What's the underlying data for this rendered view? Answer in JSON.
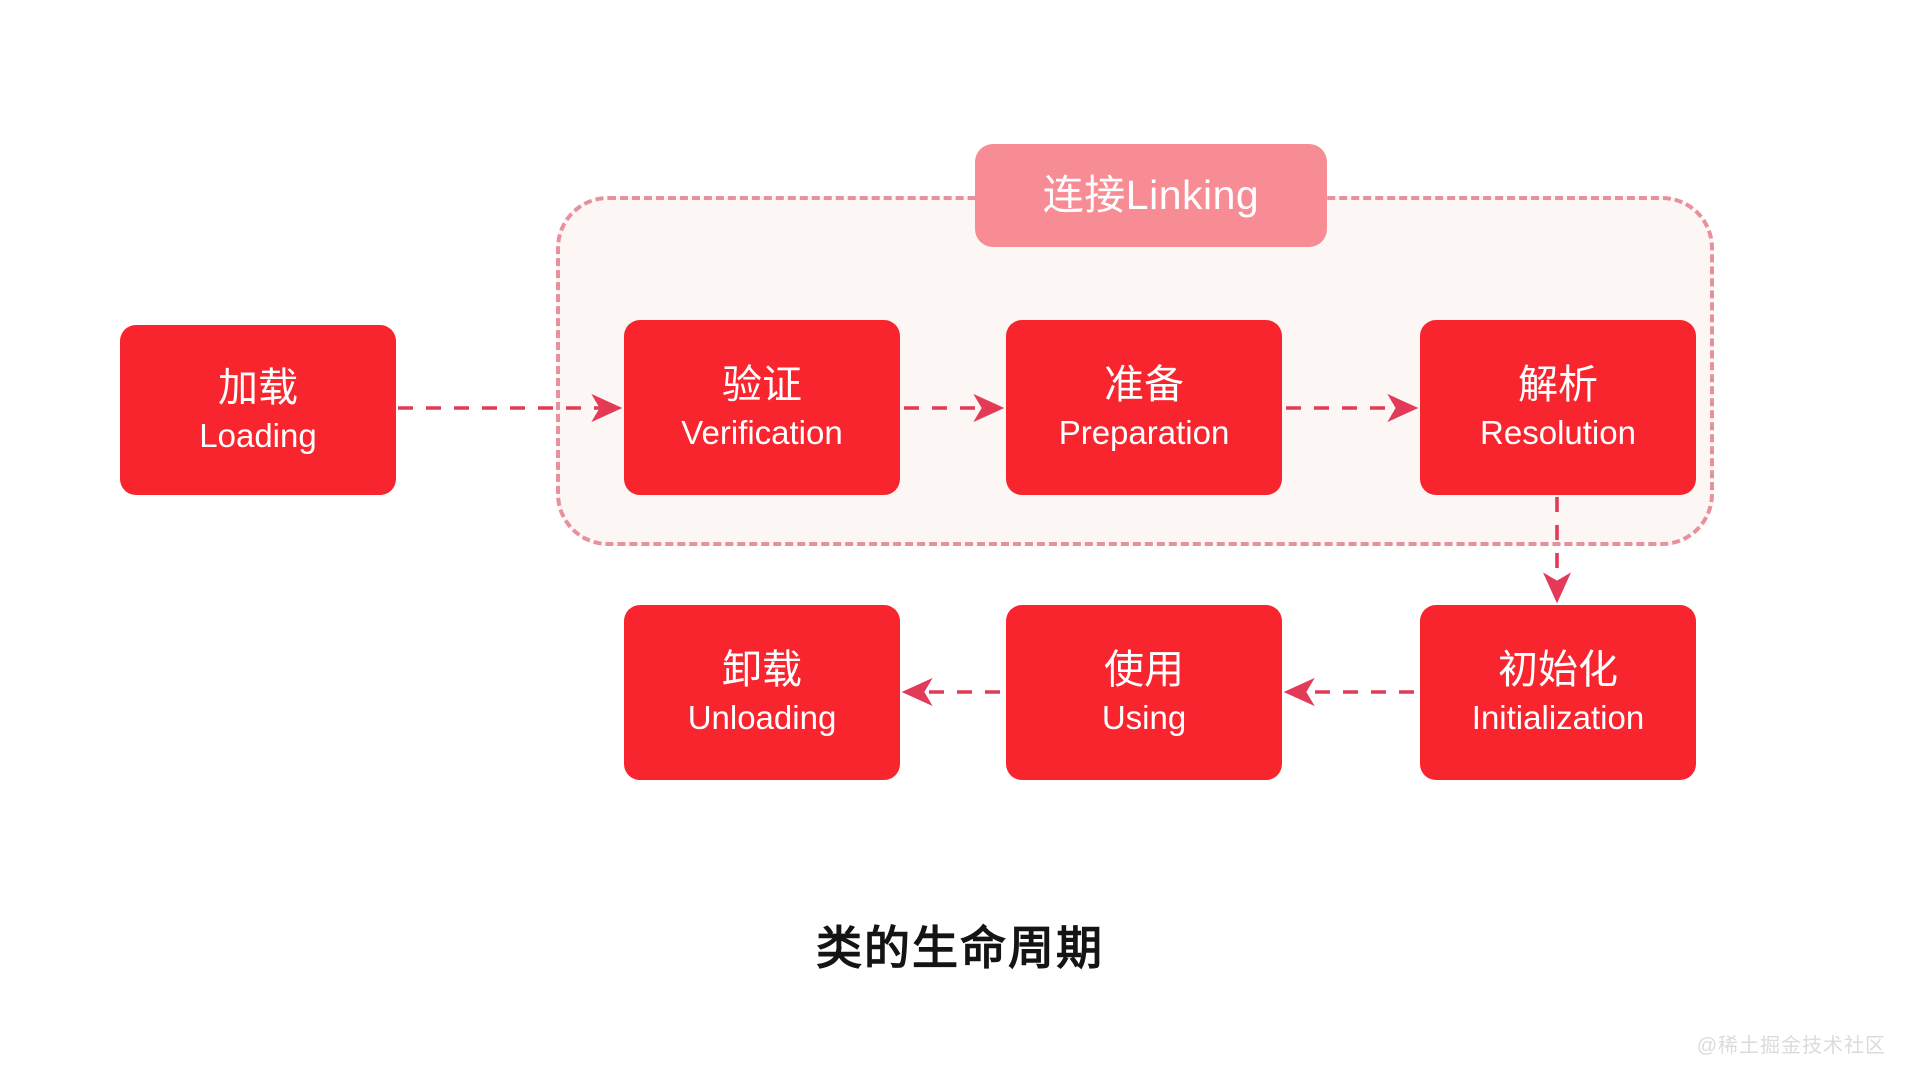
{
  "diagram": {
    "caption": "类的生命周期",
    "watermark": "@稀土掘金技术社区",
    "colors": {
      "node_red": "#F8252F",
      "pill_pink": "#F78C94",
      "container_fill": "#FCF7F4",
      "container_border": "#E8909C",
      "arrow": "#E23A57",
      "caption_text": "#141414",
      "watermark_text": "#DBDBDB",
      "node_text": "#FFFFFF",
      "background": "#FFFFFF"
    },
    "group": {
      "label_cn": "连接",
      "label_en": "Linking",
      "label_combined": "连接Linking"
    },
    "nodes": [
      {
        "id": "loading",
        "cn": "加载",
        "en": "Loading"
      },
      {
        "id": "verification",
        "cn": "验证",
        "en": "Verification"
      },
      {
        "id": "preparation",
        "cn": "准备",
        "en": "Preparation"
      },
      {
        "id": "resolution",
        "cn": "解析",
        "en": "Resolution"
      },
      {
        "id": "initialization",
        "cn": "初始化",
        "en": "Initialization"
      },
      {
        "id": "using",
        "cn": "使用",
        "en": "Using"
      },
      {
        "id": "unloading",
        "cn": "卸载",
        "en": "Unloading"
      }
    ],
    "edges": [
      {
        "from": "loading",
        "to": "verification",
        "direction": "right"
      },
      {
        "from": "verification",
        "to": "preparation",
        "direction": "right"
      },
      {
        "from": "preparation",
        "to": "resolution",
        "direction": "right"
      },
      {
        "from": "resolution",
        "to": "initialization",
        "direction": "down"
      },
      {
        "from": "initialization",
        "to": "using",
        "direction": "left"
      },
      {
        "from": "using",
        "to": "unloading",
        "direction": "left"
      }
    ]
  }
}
